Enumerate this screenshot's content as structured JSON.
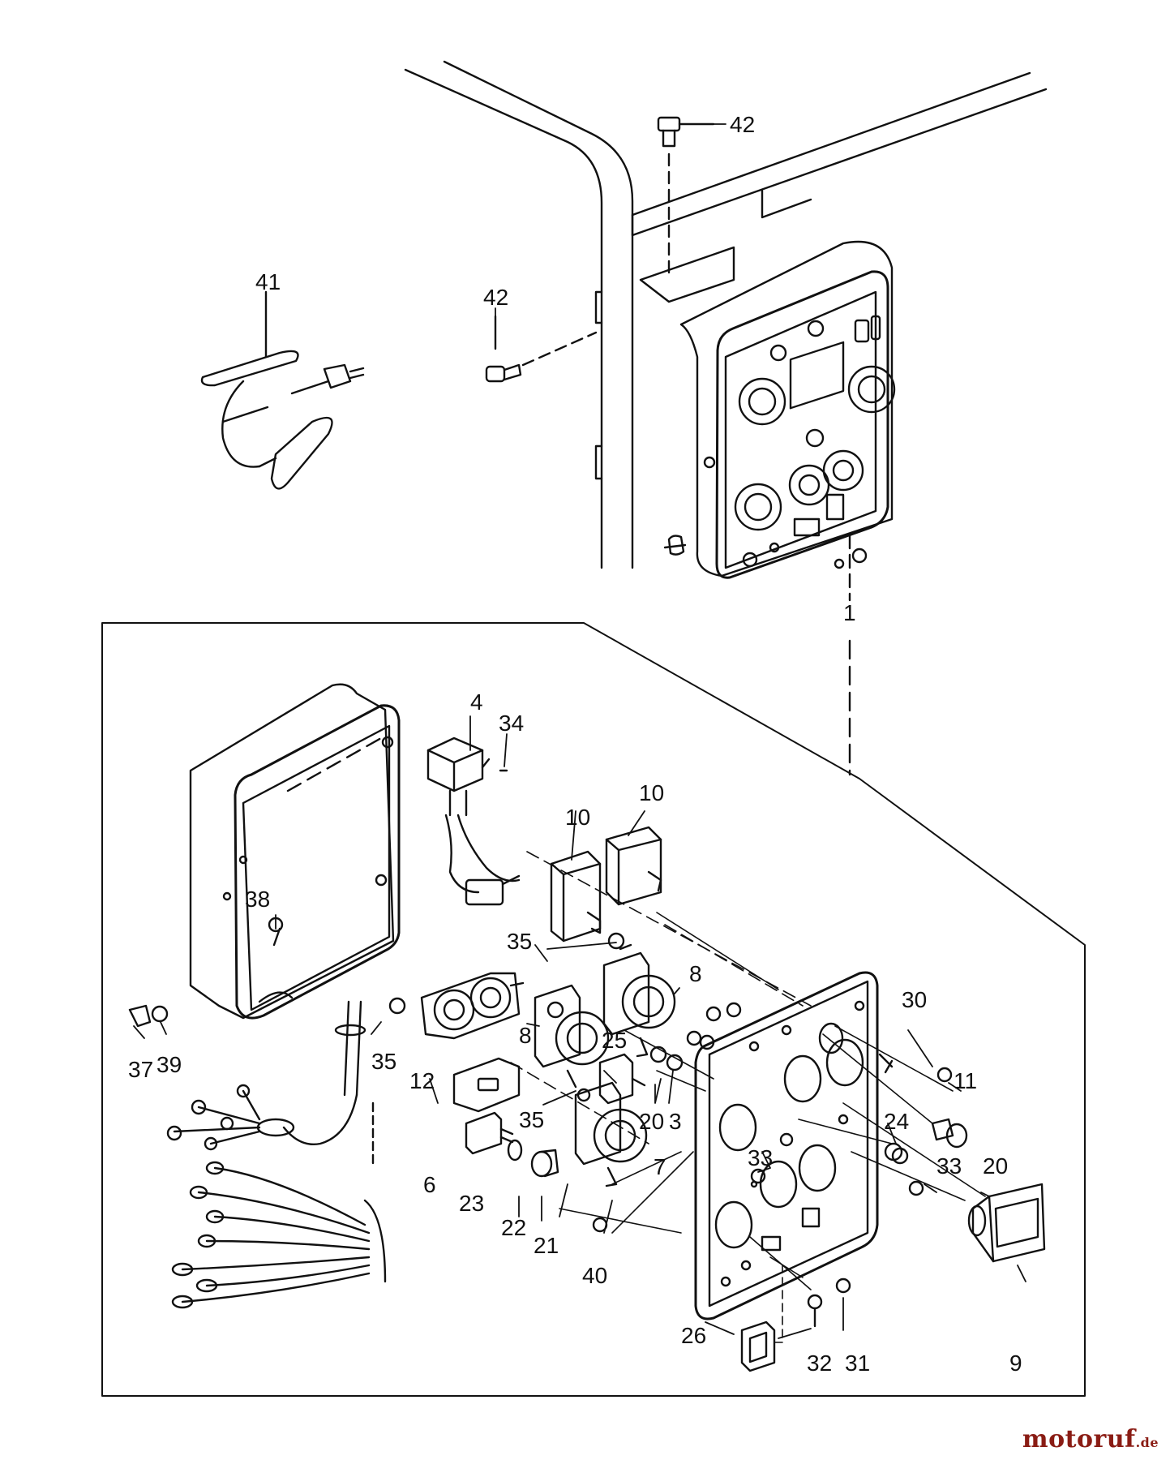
{
  "diagram": {
    "callouts": [
      "1",
      "3",
      "4",
      "6",
      "7",
      "8",
      "8",
      "9",
      "10",
      "10",
      "11",
      "12",
      "20",
      "20",
      "21",
      "22",
      "23",
      "24",
      "25",
      "26",
      "30",
      "31",
      "32",
      "33",
      "33",
      "34",
      "35",
      "35",
      "35",
      "37",
      "38",
      "39",
      "40",
      "41",
      "42",
      "42"
    ]
  },
  "watermark": {
    "text": "motoruf",
    "suffix": ".de",
    "color": "#8a1c14"
  }
}
